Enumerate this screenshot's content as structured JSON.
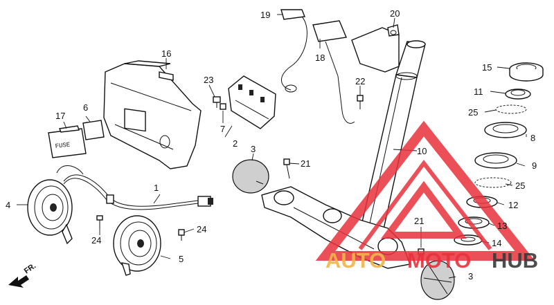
{
  "diagram": {
    "callouts": [
      {
        "id": "c1",
        "label": "1"
      },
      {
        "id": "c2",
        "label": "2"
      },
      {
        "id": "c3a",
        "label": "3"
      },
      {
        "id": "c3b",
        "label": "3"
      },
      {
        "id": "c4",
        "label": "4"
      },
      {
        "id": "c5",
        "label": "5"
      },
      {
        "id": "c6",
        "label": "6"
      },
      {
        "id": "c7",
        "label": "7"
      },
      {
        "id": "c8",
        "label": "8"
      },
      {
        "id": "c9",
        "label": "9"
      },
      {
        "id": "c10",
        "label": "10"
      },
      {
        "id": "c11",
        "label": "11"
      },
      {
        "id": "c12",
        "label": "12"
      },
      {
        "id": "c13",
        "label": "13"
      },
      {
        "id": "c14",
        "label": "14"
      },
      {
        "id": "c15",
        "label": "15"
      },
      {
        "id": "c16",
        "label": "16"
      },
      {
        "id": "c17",
        "label": "17"
      },
      {
        "id": "c18",
        "label": "18"
      },
      {
        "id": "c19",
        "label": "19"
      },
      {
        "id": "c20",
        "label": "20"
      },
      {
        "id": "c21a",
        "label": "21"
      },
      {
        "id": "c21b",
        "label": "21"
      },
      {
        "id": "c22",
        "label": "22"
      },
      {
        "id": "c23",
        "label": "23"
      },
      {
        "id": "c24a",
        "label": "24"
      },
      {
        "id": "c24b",
        "label": "24"
      },
      {
        "id": "c25a",
        "label": "25"
      },
      {
        "id": "c25b",
        "label": "25"
      }
    ],
    "fuse_cover_text": "FUSE",
    "direction_label": "FR."
  },
  "watermark": {
    "text_part1": "AUTO",
    "text_part2": "MOTO",
    "text_part3": "HUB",
    "color_primary": "#e8323c",
    "color_secondary": "#f2b54a",
    "color_dark": "#3a3a3a"
  }
}
